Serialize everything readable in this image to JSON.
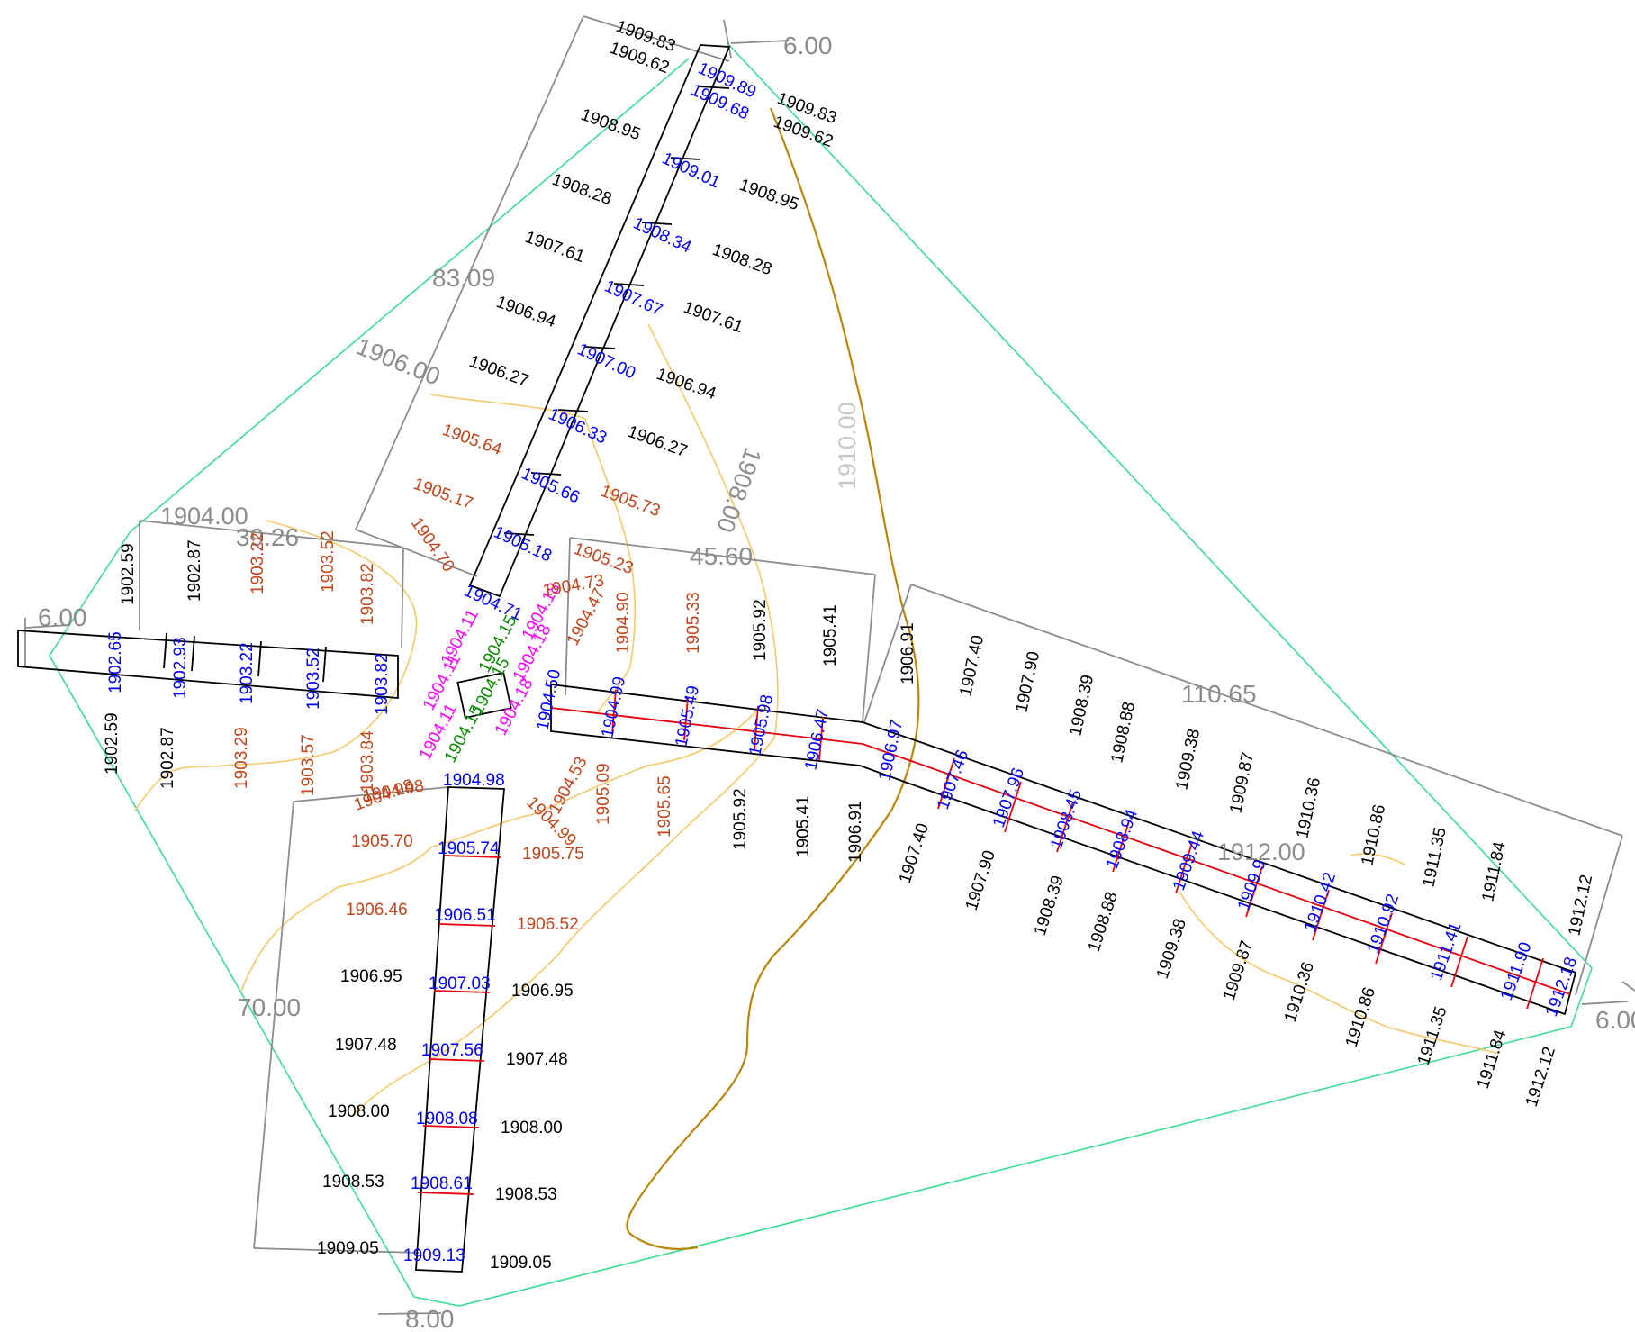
{
  "colors": {
    "background": "#ffffff",
    "outline": "#000000",
    "boundary": "#3ddc97",
    "dimension": "#8c8c8c",
    "contour_minor": "#f5c869",
    "contour_major": "#b8860b",
    "contour_label": "#c8c8c8",
    "red_line": "#e8000b",
    "black_text": "#000000",
    "blue_text": "#0000ff",
    "orange_text": "#c0441c",
    "magenta_text": "#ff00ff",
    "green_text": "#0a8a00",
    "grey_text": "#8c8c8c"
  },
  "dimensions": {
    "north_length": "83.09",
    "north_width": "6.00",
    "west_length": "39.26",
    "west_width": "6.00",
    "center_length": "45.60",
    "east_length": "110.65",
    "east_width": "6.00",
    "south_length": "70.00",
    "south_width": "8.00"
  },
  "contours": {
    "c1904": "1904.00",
    "c1906": "1906.00",
    "c1908": "1908.00",
    "c1910": "1910.00",
    "c1912": "1912.00"
  },
  "north_arm": {
    "centre_levels": [
      "1909.89",
      "1909.68",
      "1909.01",
      "1908.34",
      "1907.67",
      "1907.00",
      "1906.33",
      "1905.66",
      "1905.18",
      "1904.71"
    ],
    "left_levels": [
      "1909.83",
      "1909.62",
      "1908.95",
      "1908.28",
      "1907.61",
      "1906.94",
      "1906.27",
      "1905.64",
      "1905.17",
      "1904.70"
    ],
    "right_levels": [
      "1909.83",
      "1909.62",
      "1908.95",
      "1908.28",
      "1907.61",
      "1906.94",
      "1906.27",
      "1905.73",
      "1905.23"
    ]
  },
  "west_arm": {
    "centre_levels": [
      "1902.65",
      "1902.93",
      "1903.22",
      "1903.52",
      "1903.82"
    ],
    "top_levels": [
      "1902.59",
      "1902.87",
      "1903.22",
      "1903.52",
      "1903.82"
    ],
    "bottom_levels": [
      "1902.59",
      "1902.87",
      "1903.29",
      "1903.57",
      "1903.84"
    ]
  },
  "junction": {
    "magenta_levels": [
      "1904.11",
      "1904.11",
      "1904.11",
      "1904.18",
      "1904.18",
      "1904.18"
    ],
    "green_levels": [
      "1904.15",
      "1904.15",
      "1904.15"
    ],
    "orange_levels": [
      "1904.73",
      "1904.47",
      "1904.90",
      "1905.33",
      "1904.53",
      "1904.99",
      "1905.09",
      "1905.65",
      "1904.98"
    ]
  },
  "center_arm": {
    "centre_levels": [
      "1904.50",
      "1904.99",
      "1905.49",
      "1905.98",
      "1906.47",
      "1906.97"
    ],
    "top_levels": [
      "1905.92",
      "1905.41",
      "1906.91"
    ],
    "bottom_levels": [
      "1905.92",
      "1905.41",
      "1906.91"
    ]
  },
  "east_arm": {
    "centre_levels": [
      "1907.46",
      "1907.96",
      "1908.45",
      "1908.94",
      "1909.44",
      "1909.9",
      "1910.42",
      "1910.92",
      "1911.41",
      "1911.90",
      "1912.18"
    ],
    "top_levels": [
      "1907.40",
      "1907.90",
      "1908.39",
      "1908.88",
      "1909.38",
      "1909.87",
      "1910.36",
      "1910.86",
      "1911.35",
      "1911.84",
      "1912.12"
    ],
    "bottom_levels": [
      "1907.40",
      "1907.90",
      "1908.39",
      "1908.88",
      "1909.38",
      "1909.87",
      "1910.36",
      "1910.86",
      "1911.35",
      "1911.84",
      "1912.12"
    ]
  },
  "south_arm": {
    "centre_levels": [
      "1904.98",
      "1905.74",
      "1906.51",
      "1907.03",
      "1907.56",
      "1908.08",
      "1908.61",
      "1909.13"
    ],
    "left_levels": [
      "1904.98",
      "1905.70",
      "1906.46",
      "1906.95",
      "1907.48",
      "1908.00",
      "1908.53",
      "1909.05"
    ],
    "right_levels": [
      "1905.75",
      "1906.52",
      "1906.95",
      "1907.48",
      "1908.00",
      "1908.53",
      "1909.05"
    ]
  }
}
